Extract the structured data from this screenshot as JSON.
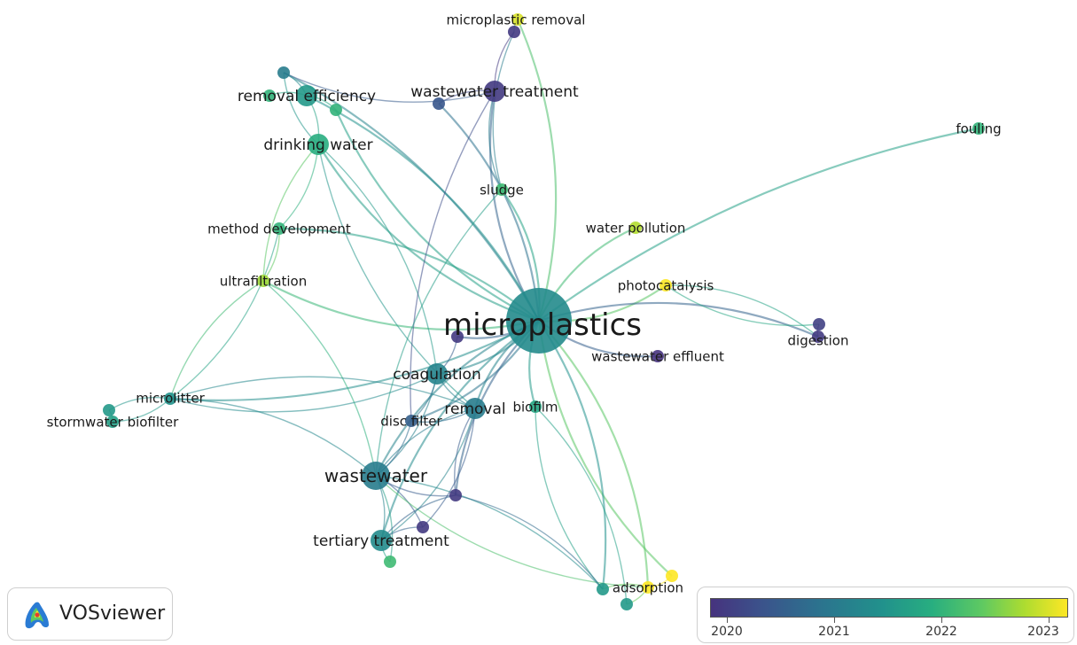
{
  "brand": {
    "name": "VOSviewer"
  },
  "legend": {
    "labels": [
      "2020",
      "2021",
      "2022",
      "2023"
    ],
    "colors": [
      "#46337e",
      "#3b528b",
      "#2c728e",
      "#21918c",
      "#28ae80",
      "#5ec962",
      "#addc30",
      "#fde725"
    ]
  },
  "nodes": [
    {
      "id": "microplastics",
      "label": "microplastics",
      "year": 2021.2,
      "weight": 10
    },
    {
      "id": "wastewater",
      "label": "wastewater",
      "year": 2021.0,
      "weight": 5
    },
    {
      "id": "wastewater_treatment",
      "label": "wastewater treatment",
      "year": 2020.1,
      "weight": 4
    },
    {
      "id": "removal_efficiency",
      "label": "removal efficiency",
      "year": 2021.4,
      "weight": 4
    },
    {
      "id": "drinking_water",
      "label": "drinking water",
      "year": 2021.7,
      "weight": 4
    },
    {
      "id": "tertiary_treatment",
      "label": "tertiary treatment",
      "year": 2021.2,
      "weight": 4
    },
    {
      "id": "coagulation",
      "label": "coagulation",
      "year": 2021.1,
      "weight": 4
    },
    {
      "id": "removal",
      "label": "removal",
      "year": 2021.0,
      "weight": 4
    },
    {
      "id": "microlitter",
      "label": "microlitter",
      "year": 2021.3,
      "weight": 3
    },
    {
      "id": "stormwater_biofilter",
      "label": "stormwater biofilter",
      "year": 2021.5,
      "weight": 2
    },
    {
      "id": "microplastic_removal",
      "label": "microplastic removal",
      "year": 2022.8,
      "weight": 2
    },
    {
      "id": "fouling",
      "label": "fouling",
      "year": 2021.8,
      "weight": 2
    },
    {
      "id": "sludge",
      "label": "sludge",
      "year": 2021.9,
      "weight": 2
    },
    {
      "id": "water_pollution",
      "label": "water pollution",
      "year": 2022.6,
      "weight": 2
    },
    {
      "id": "method_development",
      "label": "method development",
      "year": 2021.8,
      "weight": 2
    },
    {
      "id": "ultrafiltration",
      "label": "ultrafiltration",
      "year": 2022.5,
      "weight": 2
    },
    {
      "id": "photocatalysis",
      "label": "photocatalysis",
      "year": 2023.0,
      "weight": 2
    },
    {
      "id": "digestion",
      "label": "digestion",
      "year": 2020.1,
      "weight": 2
    },
    {
      "id": "wastewater_effluent",
      "label": "wastewater effluent",
      "year": 2020.0,
      "weight": 2
    },
    {
      "id": "disc_filter",
      "label": "disc filter",
      "year": 2020.6,
      "weight": 2
    },
    {
      "id": "biofilm",
      "label": "biofilm",
      "year": 2021.6,
      "weight": 2
    },
    {
      "id": "adsorption",
      "label": "adsorption",
      "year": 2023.0,
      "weight": 2
    },
    {
      "id": "n_top_teal",
      "label": "",
      "year": 2021.0,
      "weight": 2
    },
    {
      "id": "n_eff_green",
      "label": "",
      "year": 2021.8,
      "weight": 2
    },
    {
      "id": "n_eff_left",
      "label": "",
      "year": 2021.8,
      "weight": 2
    },
    {
      "id": "n_ww_blue",
      "label": "",
      "year": 2020.5,
      "weight": 2
    },
    {
      "id": "n_mpr_purple",
      "label": "",
      "year": 2020.1,
      "weight": 2
    },
    {
      "id": "n_mp_purple",
      "label": "",
      "year": 2020.1,
      "weight": 2
    },
    {
      "id": "n_dig_b",
      "label": "",
      "year": 2020.2,
      "weight": 2
    },
    {
      "id": "n_ww_purple1",
      "label": "",
      "year": 2020.1,
      "weight": 2
    },
    {
      "id": "n_ww_purple2",
      "label": "",
      "year": 2020.1,
      "weight": 2
    },
    {
      "id": "n_tt_green",
      "label": "",
      "year": 2021.9,
      "weight": 2
    },
    {
      "id": "n_ads_teal1",
      "label": "",
      "year": 2021.4,
      "weight": 2
    },
    {
      "id": "n_ads_teal2",
      "label": "",
      "year": 2021.4,
      "weight": 2
    },
    {
      "id": "n_ads_yellow",
      "label": "",
      "year": 2023.0,
      "weight": 2
    },
    {
      "id": "n_storm_teal",
      "label": "",
      "year": 2021.4,
      "weight": 2
    }
  ],
  "links": [
    [
      "microplastics",
      "wastewater"
    ],
    [
      "microplastics",
      "wastewater_treatment"
    ],
    [
      "microplastics",
      "removal_efficiency"
    ],
    [
      "microplastics",
      "drinking_water"
    ],
    [
      "microplastics",
      "tertiary_treatment"
    ],
    [
      "microplastics",
      "coagulation"
    ],
    [
      "microplastics",
      "removal"
    ],
    [
      "microplastics",
      "microlitter"
    ],
    [
      "microplastics",
      "microplastic_removal"
    ],
    [
      "microplastics",
      "fouling"
    ],
    [
      "microplastics",
      "sludge"
    ],
    [
      "microplastics",
      "water_pollution"
    ],
    [
      "microplastics",
      "method_development"
    ],
    [
      "microplastics",
      "ultrafiltration"
    ],
    [
      "microplastics",
      "photocatalysis"
    ],
    [
      "microplastics",
      "digestion"
    ],
    [
      "microplastics",
      "wastewater_effluent"
    ],
    [
      "microplastics",
      "disc_filter"
    ],
    [
      "microplastics",
      "biofilm"
    ],
    [
      "microplastics",
      "adsorption"
    ],
    [
      "microplastics",
      "n_top_teal"
    ],
    [
      "microplastics",
      "n_eff_green"
    ],
    [
      "microplastics",
      "n_ww_blue"
    ],
    [
      "microplastics",
      "n_mp_purple"
    ],
    [
      "microplastics",
      "n_ads_yellow"
    ],
    [
      "microplastics",
      "n_ads_teal1"
    ],
    [
      "microplastics",
      "n_ww_purple1"
    ],
    [
      "removal_efficiency",
      "drinking_water"
    ],
    [
      "removal_efficiency",
      "n_top_teal"
    ],
    [
      "removal_efficiency",
      "n_eff_green"
    ],
    [
      "removal_efficiency",
      "n_eff_left"
    ],
    [
      "drinking_water",
      "n_top_teal"
    ],
    [
      "drinking_water",
      "ultrafiltration"
    ],
    [
      "drinking_water",
      "method_development"
    ],
    [
      "drinking_water",
      "removal"
    ],
    [
      "drinking_water",
      "coagulation"
    ],
    [
      "wastewater_treatment",
      "n_ww_blue"
    ],
    [
      "wastewater_treatment",
      "n_mpr_purple"
    ],
    [
      "wastewater_treatment",
      "sludge"
    ],
    [
      "wastewater_treatment",
      "n_top_teal"
    ],
    [
      "wastewater_treatment",
      "disc_filter"
    ],
    [
      "n_mpr_purple",
      "microplastic_removal"
    ],
    [
      "n_mpr_purple",
      "sludge"
    ],
    [
      "photocatalysis",
      "digestion"
    ],
    [
      "photocatalysis",
      "n_dig_b"
    ],
    [
      "digestion",
      "n_dig_b"
    ],
    [
      "ultrafiltration",
      "microlitter"
    ],
    [
      "ultrafiltration",
      "wastewater"
    ],
    [
      "ultrafiltration",
      "method_development"
    ],
    [
      "microlitter",
      "stormwater_biofilter"
    ],
    [
      "microlitter",
      "n_storm_teal"
    ],
    [
      "microlitter",
      "wastewater"
    ],
    [
      "microlitter",
      "coagulation"
    ],
    [
      "microlitter",
      "removal"
    ],
    [
      "stormwater_biofilter",
      "n_storm_teal"
    ],
    [
      "wastewater",
      "tertiary_treatment"
    ],
    [
      "wastewater",
      "coagulation"
    ],
    [
      "wastewater",
      "removal"
    ],
    [
      "wastewater",
      "disc_filter"
    ],
    [
      "wastewater",
      "n_tt_green"
    ],
    [
      "wastewater",
      "n_ww_purple1"
    ],
    [
      "wastewater",
      "n_ww_purple2"
    ],
    [
      "wastewater",
      "adsorption"
    ],
    [
      "wastewater",
      "n_ads_teal1"
    ],
    [
      "tertiary_treatment",
      "n_tt_green"
    ],
    [
      "tertiary_treatment",
      "n_ww_purple2"
    ],
    [
      "tertiary_treatment",
      "removal"
    ],
    [
      "tertiary_treatment",
      "n_ww_purple1"
    ],
    [
      "coagulation",
      "removal"
    ],
    [
      "coagulation",
      "disc_filter"
    ],
    [
      "coagulation",
      "n_mp_purple"
    ],
    [
      "removal",
      "disc_filter"
    ],
    [
      "removal",
      "n_ww_purple1"
    ],
    [
      "removal",
      "n_ww_purple2"
    ],
    [
      "biofilm",
      "n_ads_teal1"
    ],
    [
      "biofilm",
      "n_ads_teal2"
    ],
    [
      "adsorption",
      "n_ads_teal1"
    ],
    [
      "adsorption",
      "n_ads_teal2"
    ],
    [
      "adsorption",
      "n_ads_yellow"
    ],
    [
      "n_ww_purple1",
      "n_ads_teal1"
    ],
    [
      "sludge",
      "wastewater"
    ],
    [
      "method_development",
      "microlitter"
    ]
  ]
}
